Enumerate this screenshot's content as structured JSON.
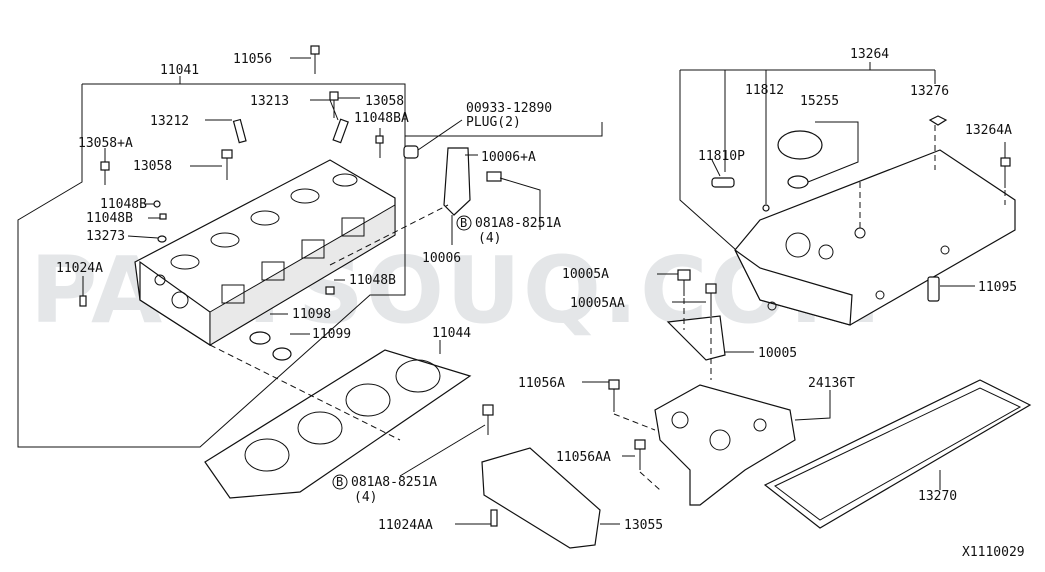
{
  "watermark": "PARTSOUQ.COM",
  "diagram_code": "X1110029",
  "labels": {
    "l11041": "11041",
    "l11056": "11056",
    "l13213": "13213",
    "l13058a": "13058",
    "l00933": "00933-12890",
    "lplug": "PLUG(2)",
    "l13212": "13212",
    "l11048ba": "11048BA",
    "l13058pa": "13058+A",
    "l13058b": "13058",
    "l10006pa": "10006+A",
    "l11048b1": "11048B",
    "l11048b2": "11048B",
    "l13273": "13273",
    "l081a8a": "081A8-8251A",
    "l081a8a_q": "(4)",
    "l10006": "10006",
    "l11024a": "11024A",
    "l11048b3": "11048B",
    "l11098": "11098",
    "l11099": "11099",
    "l11044": "11044",
    "l13264": "13264",
    "l11812": "11812",
    "l15255": "15255",
    "l13276": "13276",
    "l13264a": "13264A",
    "l11810p": "11810P",
    "l10005a": "10005A",
    "l10005aa": "10005AA",
    "l11095": "11095",
    "l10005": "10005",
    "l11056a": "11056A",
    "l24136t": "24136T",
    "l11056aa": "11056AA",
    "l081a8b": "081A8-8251A",
    "l081a8b_q": "(4)",
    "l13270": "13270",
    "l11024aa": "11024AA",
    "l13055": "13055",
    "circleB": "B"
  }
}
